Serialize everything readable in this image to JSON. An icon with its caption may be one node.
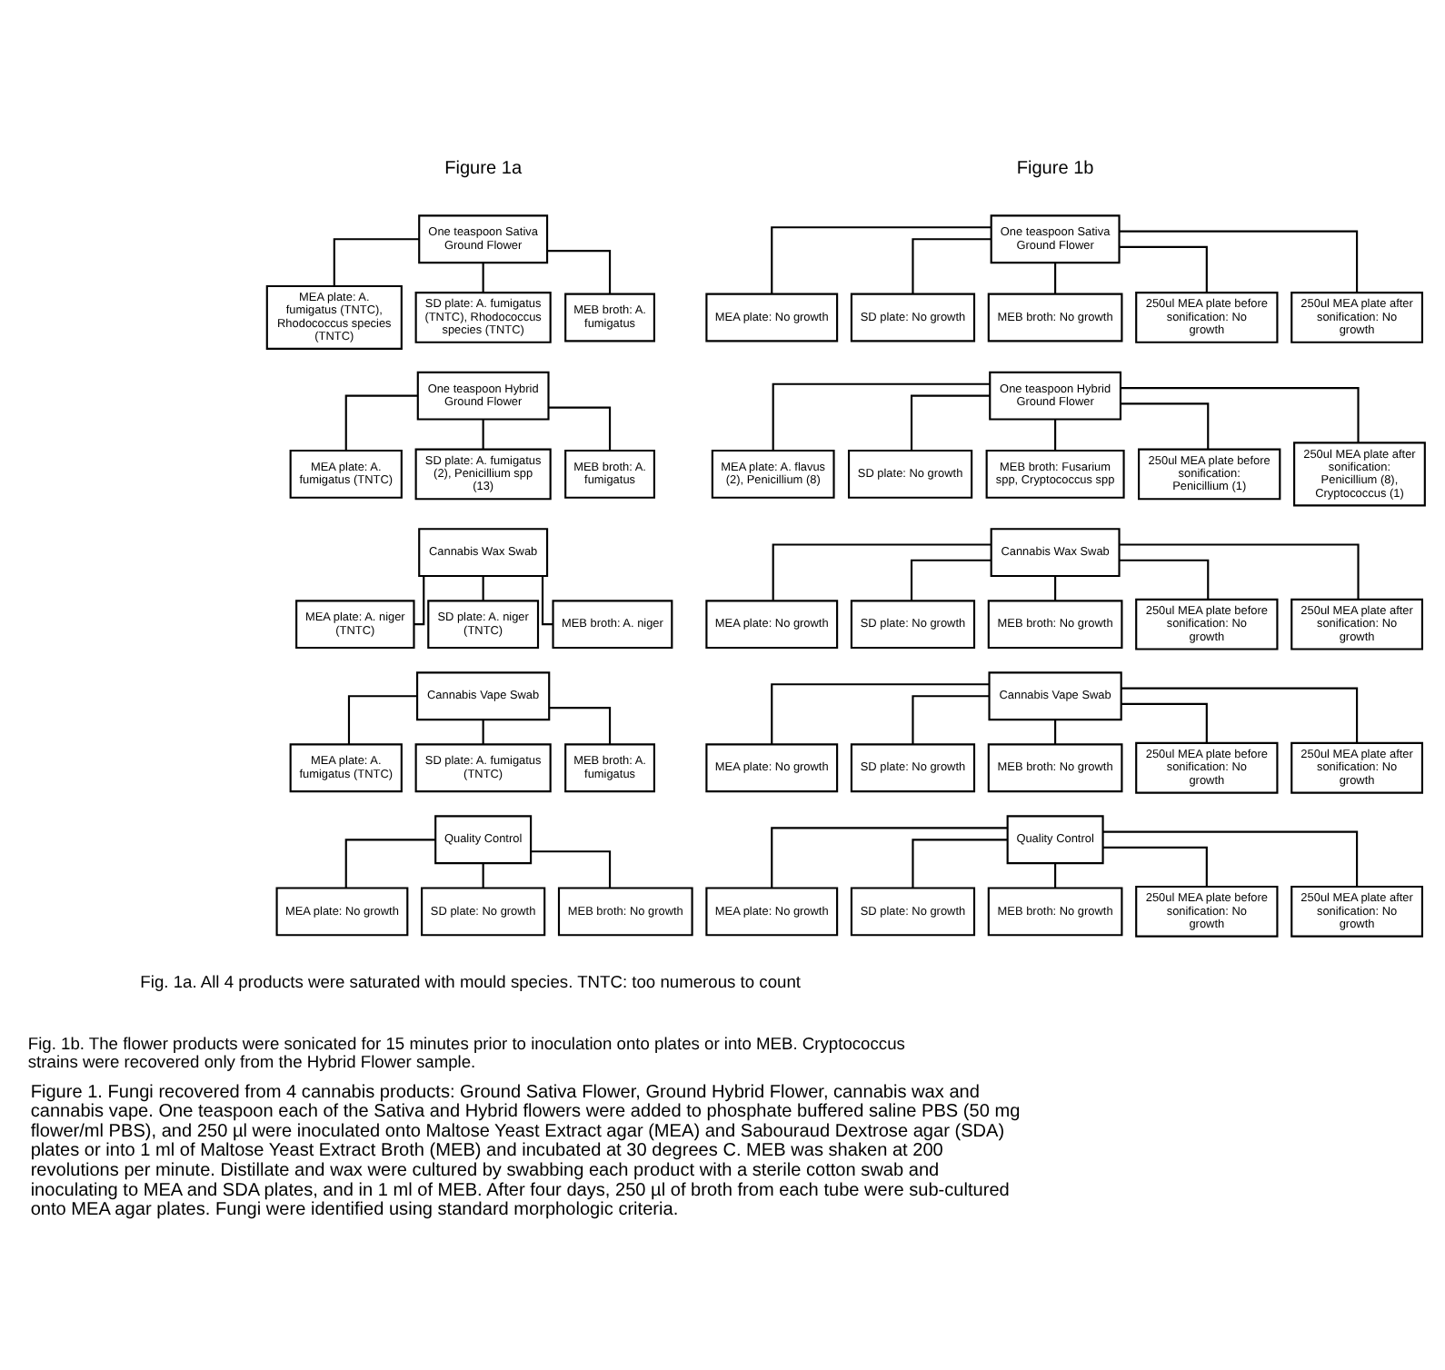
{
  "diagram": {
    "caption": "Figure 1. Fungi recovered from 4 cannabis products: Ground Sativa Flower, Ground Hybrid Flower, cannabis wax and cannabis vape. One teaspoon each of the Sativa and Hybrid flowers were added to phosphate buffered saline PBS (50 mg flower/ml PBS), and 250 µl were inoculated onto Maltose Yeast Extract agar (MEA) and Sabouraud Dextrose agar (SDA) plates or into 1 ml of Maltose Yeast Extract Broth (MEB) and incubated at 30 degrees C. MEB was shaken at 200 revolutions per minute. Distillate and wax were cultured by swabbing each product with a sterile cotton swab and inoculating to MEA and SDA plates, and in 1 ml of MEB. After four days, 250 µl of broth from each tube were sub-cultured onto MEA agar plates. Fungi were identified using standard morphologic criteria.",
    "nodes": [
      {
        "text": [
          "One teaspoon Sativa Ground Flower"
        ]
      },
      {
        "text": [
          "MEA plate: A. fumigatus (TNTC), Rhodococcus species (TNTC)"
        ]
      },
      {
        "text": [
          "SD plate: A. fumigatus (TNTC), Rhodococcus species (TNTC)"
        ]
      },
      {
        "text": [
          "MEB broth: A. fumigatus"
        ]
      },
      {
        "text": [
          "One teaspoon Hybrid Ground Flower"
        ]
      },
      {
        "text": [
          "MEA plate: A. fumigatus (TNTC)"
        ]
      },
      {
        "text": [
          "SD plate: A. fumigatus (2), Penicillium spp (13)"
        ]
      },
      {
        "text": [
          "MEB broth: A. fumigatus"
        ]
      },
      {
        "text": [
          "Cannabis Wax Swab"
        ]
      },
      {
        "text": [
          "MEA plate: A. niger (TNTC)"
        ]
      },
      {
        "text": [
          "SD plate: A. niger (TNTC)"
        ]
      },
      {
        "text": [
          "MEB broth: A. niger"
        ]
      },
      {
        "text": [
          "Cannabis Vape Swab"
        ]
      },
      {
        "text": [
          "MEA plate: A. fumigatus (TNTC)"
        ]
      },
      {
        "text": [
          "SD plate: A. fumigatus (TNTC)"
        ]
      },
      {
        "text": [
          "MEB broth: A. fumigatus"
        ]
      },
      {
        "text": [
          "Quality Control"
        ]
      },
      {
        "text": [
          "MEA plate: No growth"
        ]
      },
      {
        "text": [
          "SD plate: No growth"
        ]
      },
      {
        "text": [
          "MEB broth: No growth"
        ]
      },
      {
        "text": [
          "One teaspoon Sativa Ground Flower"
        ]
      },
      {
        "text": [
          "MEA plate: No growth"
        ]
      },
      {
        "text": [
          "SD plate: No growth"
        ]
      },
      {
        "text": [
          "MEB broth: No growth"
        ]
      },
      {
        "text": [
          "250ul MEA plate before sonification: No growth"
        ]
      },
      {
        "text": [
          "250ul MEA plate after sonification: No growth"
        ]
      },
      {
        "text": [
          "One teaspoon Hybrid Ground Flower"
        ]
      },
      {
        "text": [
          "MEA plate: A. flavus (2), Penicillium (8)"
        ]
      },
      {
        "text": [
          "SD plate: No growth"
        ]
      },
      {
        "text": [
          "MEB broth: Fusarium spp, Cryptococcus spp"
        ]
      },
      {
        "text": [
          "250ul MEA plate before sonification: Penicillium (1)"
        ]
      },
      {
        "text": [
          "250ul MEA plate after sonification: Penicillium (8), Cryptococcus (1)"
        ]
      },
      {
        "text": [
          "Cannabis Wax Swab"
        ]
      },
      {
        "text": [
          "MEA plate: No growth"
        ]
      },
      {
        "text": [
          "SD plate: No growth"
        ]
      },
      {
        "text": [
          "MEB broth: No growth"
        ]
      },
      {
        "text": [
          "250ul MEA plate before sonification: No growth"
        ]
      },
      {
        "text": [
          "250ul MEA plate after sonification: No growth"
        ]
      },
      {
        "text": [
          "Cannabis Vape Swab"
        ]
      },
      {
        "text": [
          "MEA plate: No growth"
        ]
      },
      {
        "text": [
          "SD plate: No growth"
        ]
      },
      {
        "text": [
          "MEB broth: No growth"
        ]
      },
      {
        "text": [
          "250ul MEA plate before sonification: No growth"
        ]
      },
      {
        "text": [
          "250ul MEA plate after sonification: No growth"
        ]
      },
      {
        "text": [
          "Quality Control"
        ]
      },
      {
        "text": [
          "MEA plate: No growth"
        ]
      },
      {
        "text": [
          "SD plate: No growth"
        ]
      },
      {
        "text": [
          "MEB broth: No growth"
        ]
      },
      {
        "text": [
          "250ul MEA plate before sonification: No growth"
        ]
      },
      {
        "text": [
          "250ul MEA plate after sonification: No growth"
        ]
      }
    ],
    "edges": [
      {
        "from": 0,
        "to": 1,
        "arrow": "none"
      },
      {
        "from": 0,
        "to": 2,
        "arrow": "none"
      },
      {
        "from": 0,
        "to": 3,
        "arrow": "none"
      },
      {
        "from": 4,
        "to": 5,
        "arrow": "none"
      },
      {
        "from": 4,
        "to": 6,
        "arrow": "none"
      },
      {
        "from": 4,
        "to": 7,
        "arrow": "none"
      },
      {
        "from": 8,
        "to": 9,
        "arrow": "none"
      },
      {
        "from": 8,
        "to": 10,
        "arrow": "none"
      },
      {
        "from": 8,
        "to": 11,
        "arrow": "none"
      },
      {
        "from": 12,
        "to": 13,
        "arrow": "none"
      },
      {
        "from": 12,
        "to": 14,
        "arrow": "none"
      },
      {
        "from": 12,
        "to": 15,
        "arrow": "none"
      },
      {
        "from": 16,
        "to": 17,
        "arrow": "none"
      },
      {
        "from": 16,
        "to": 18,
        "arrow": "none"
      },
      {
        "from": 16,
        "to": 19,
        "arrow": "none"
      },
      {
        "from": 20,
        "to": 21,
        "arrow": "none"
      },
      {
        "from": 20,
        "to": 22,
        "arrow": "none"
      },
      {
        "from": 20,
        "to": 23,
        "arrow": "none"
      },
      {
        "from": 20,
        "to": 24,
        "arrow": "none"
      },
      {
        "from": 20,
        "to": 25,
        "arrow": "none"
      },
      {
        "from": 26,
        "to": 27,
        "arrow": "none"
      },
      {
        "from": 26,
        "to": 28,
        "arrow": "none"
      },
      {
        "from": 26,
        "to": 29,
        "arrow": "none"
      },
      {
        "from": 26,
        "to": 30,
        "arrow": "none"
      },
      {
        "from": 26,
        "to": 31,
        "arrow": "none"
      },
      {
        "from": 32,
        "to": 33,
        "arrow": "none"
      },
      {
        "from": 32,
        "to": 34,
        "arrow": "none"
      },
      {
        "from": 32,
        "to": 35,
        "arrow": "none"
      },
      {
        "from": 32,
        "to": 36,
        "arrow": "none"
      },
      {
        "from": 32,
        "to": 37,
        "arrow": "none"
      },
      {
        "from": 38,
        "to": 39,
        "arrow": "none"
      },
      {
        "from": 38,
        "to": 40,
        "arrow": "none"
      },
      {
        "from": 38,
        "to": 41,
        "arrow": "none"
      },
      {
        "from": 38,
        "to": 42,
        "arrow": "none"
      },
      {
        "from": 38,
        "to": 43,
        "arrow": "none"
      },
      {
        "from": 44,
        "to": 45,
        "arrow": "none"
      },
      {
        "from": 44,
        "to": 46,
        "arrow": "none"
      },
      {
        "from": 44,
        "to": 47,
        "arrow": "none"
      },
      {
        "from": 44,
        "to": 48,
        "arrow": "none"
      },
      {
        "from": 44,
        "to": 49,
        "arrow": "none"
      }
    ],
    "labels": [
      "Figure 1a",
      "Figure 1b",
      "Fig. 1a. All 4 products were saturated with mould species. TNTC: too numerous to count",
      "Fig. 1b. The flower products were sonicated for 15 minutes prior to inoculation onto plates or into MEB. Cryptococcus strains were recovered only from the Hybrid Flower sample."
    ]
  }
}
